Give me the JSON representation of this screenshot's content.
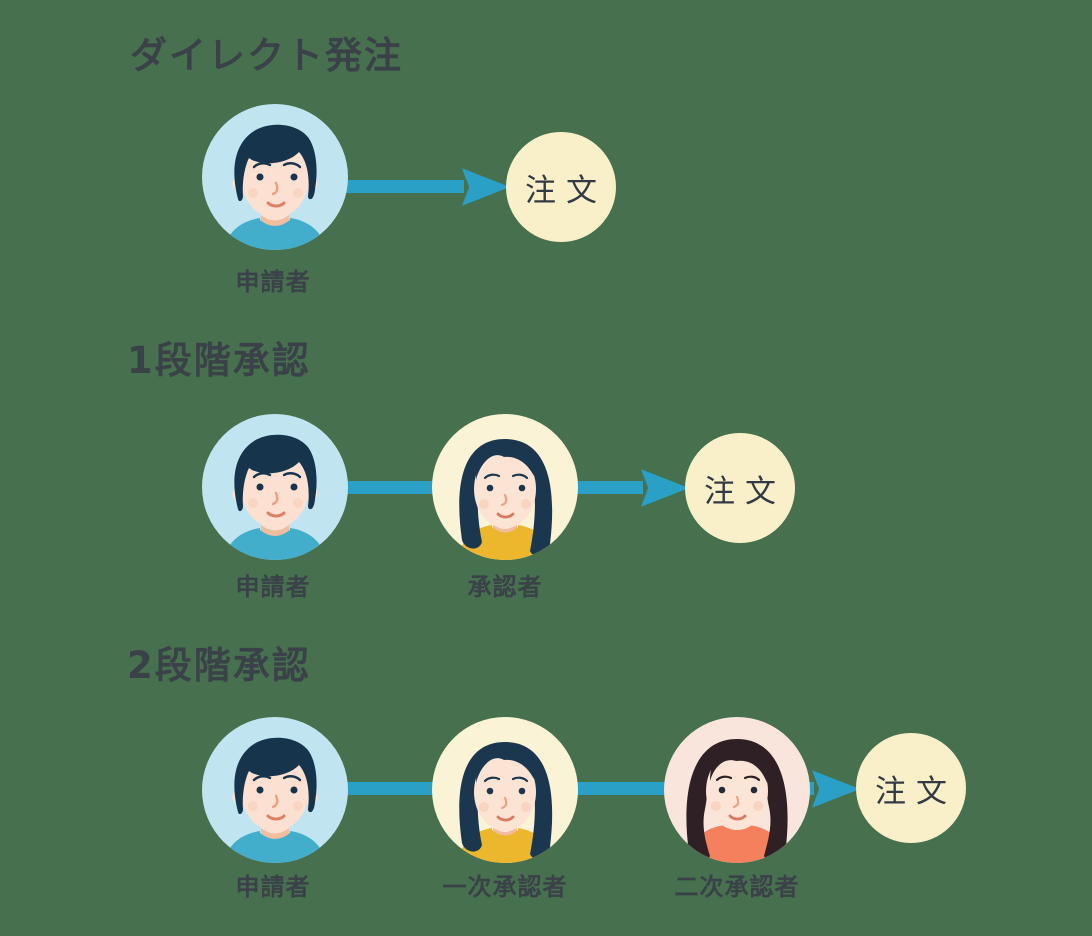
{
  "canvas": {
    "background": "#47704E"
  },
  "colors": {
    "title_text": "#3A4149",
    "label_text": "#3A4149",
    "arrow": "#2BA0C6",
    "order_circle_fill": "#F9F0C9",
    "order_text": "#333A45",
    "applicant_avatar_bg": "#C1E5F0",
    "applicant_shirt": "#42AECC",
    "applicant_hair": "#17344D",
    "approver1_avatar_bg": "#FAF3D6",
    "approver1_shirt": "#ECB72D",
    "approver1_hair": "#1B3750",
    "approver2_avatar_bg": "#FAE5DC",
    "approver2_shirt": "#F5805E",
    "approver2_hair": "#2E2024",
    "skin": "#FCE0D1"
  },
  "sections": [
    {
      "title": "ダイレクト発注",
      "order_label": "注文",
      "steps": [
        {
          "label": "申請者",
          "avatar": "man-applicant"
        }
      ]
    },
    {
      "title": "1段階承認",
      "order_label": "注文",
      "steps": [
        {
          "label": "申請者",
          "avatar": "man-applicant"
        },
        {
          "label": "承認者",
          "avatar": "woman-approver"
        }
      ]
    },
    {
      "title": "2段階承認",
      "order_label": "注文",
      "steps": [
        {
          "label": "申請者",
          "avatar": "man-applicant"
        },
        {
          "label": "一次承認者",
          "avatar": "woman-first-approver"
        },
        {
          "label": "二次承認者",
          "avatar": "woman-second-approver"
        }
      ]
    }
  ]
}
